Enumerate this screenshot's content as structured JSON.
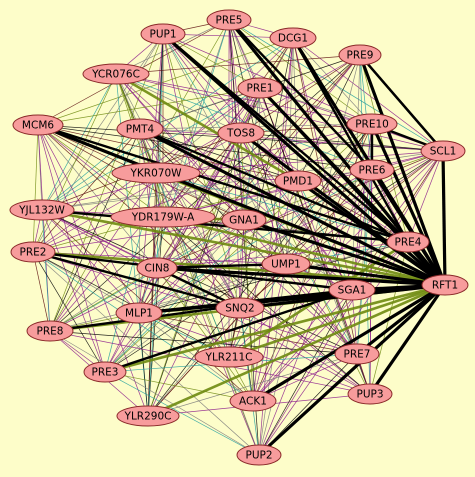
{
  "colors": {
    "background": "#fdfdc9",
    "node_fill": "#f79c9c",
    "node_border": "#8a2a2a",
    "node_text": "#000000",
    "edge_black": "#000000",
    "edge_purple": "#8b1a8b",
    "edge_olive": "#6e8a10",
    "edge_teal": "#1f9e9e",
    "edge_maroon": "#5e1010",
    "edge_gray": "#7a7a7a"
  },
  "network": {
    "hub": "RFT1",
    "nodes": [
      "PRE5",
      "PUP1",
      "DCG1",
      "PRE9",
      "YCR076C",
      "PRE1",
      "MCM6",
      "PMT4",
      "TOS8",
      "PRE10",
      "SCL1",
      "YKR070W",
      "PMD1",
      "PRE6",
      "YJL132W",
      "YDR179W-A",
      "GNA1",
      "PRE4",
      "PRE2",
      "CIN8",
      "UMP1",
      "RFT1",
      "SGA1",
      "MLP1",
      "SNQ2",
      "PRE8",
      "YLR211C",
      "PRE7",
      "PRE3",
      "ACK1",
      "PUP3",
      "YLR290C",
      "PUP2"
    ]
  }
}
